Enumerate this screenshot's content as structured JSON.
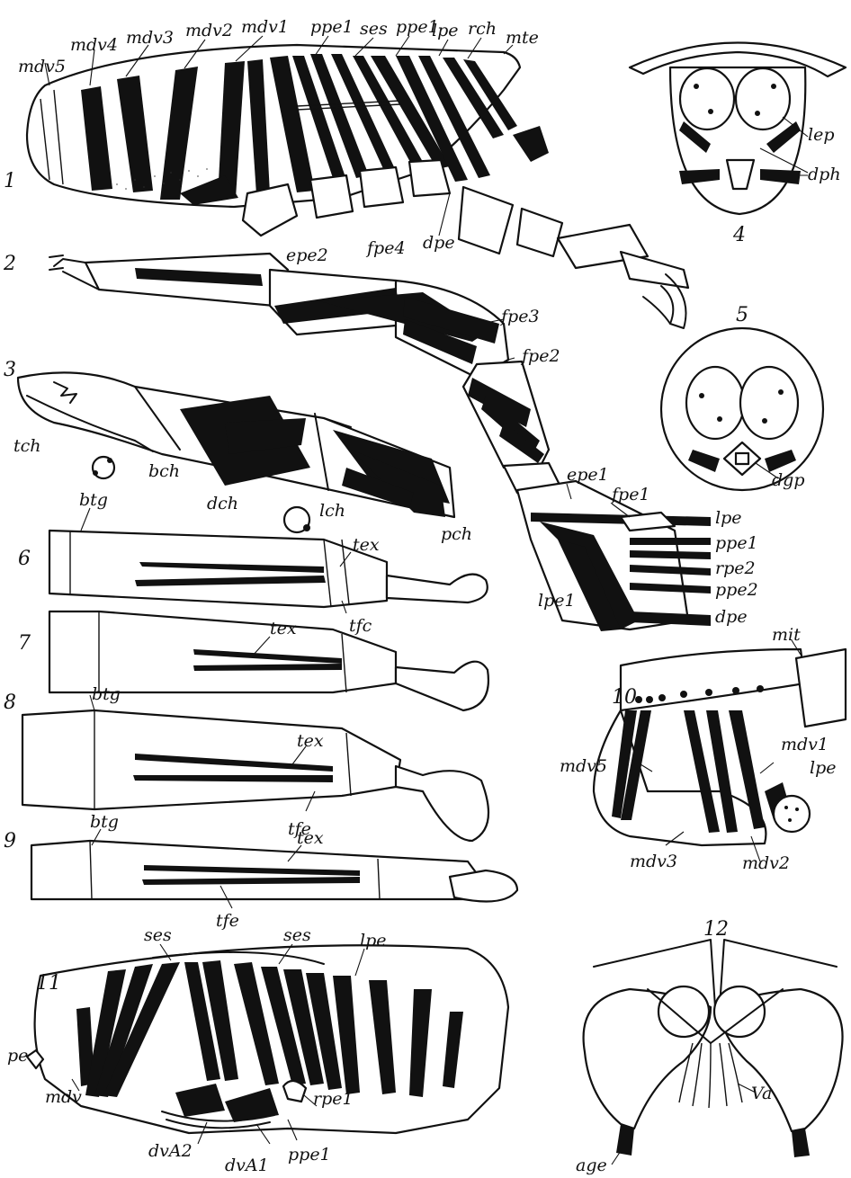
{
  "figure_numbers": [
    "1",
    "2",
    "3",
    "4",
    "5",
    "6",
    "7",
    "8",
    "9",
    "10",
    "11",
    "12"
  ],
  "labels": {
    "f1": [
      "mdv5",
      "mdv4",
      "mdv3",
      "mdv2",
      "mdv1",
      "ppe1",
      "ses",
      "ppe1",
      "lpe",
      "rch",
      "mte",
      "dpe"
    ],
    "f2": [
      "epe2",
      "fpe4",
      "fpe3",
      "fpe2",
      "epe1",
      "fpe1",
      "lpe",
      "ppe1",
      "rpe2",
      "ppe2",
      "dpe",
      "lpe1"
    ],
    "f3": [
      "tch",
      "bch",
      "dch",
      "lch",
      "pch"
    ],
    "f4": [
      "lep",
      "dph"
    ],
    "f5": [
      "dgp"
    ],
    "f6": [
      "btg",
      "tex",
      "tfc"
    ],
    "f7": [
      "tex"
    ],
    "f8": [
      "btg",
      "tex",
      "tfe"
    ],
    "f9": [
      "btg",
      "tex",
      "tfe"
    ],
    "f10": [
      "mit",
      "mdv1",
      "lpe",
      "mdv5",
      "mdv3",
      "mdv2"
    ],
    "f11": [
      "ses",
      "ses",
      "lpe",
      "pe",
      "mdv",
      "dvA2",
      "dvA1",
      "ppe1",
      "rpe1"
    ],
    "f12": [
      "Va",
      "age"
    ]
  }
}
